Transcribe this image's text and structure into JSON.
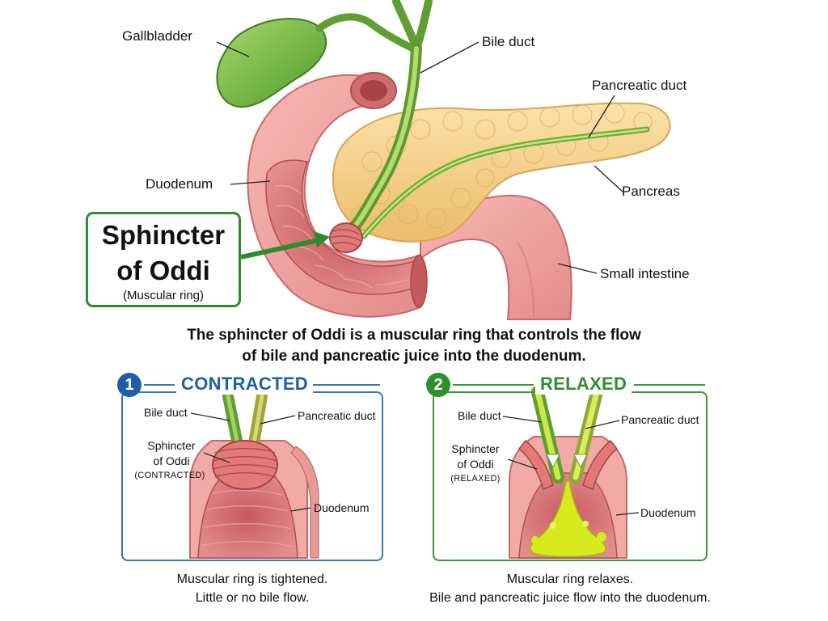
{
  "labels": {
    "gallbladder": "Gallbladder",
    "bile_duct": "Bile duct",
    "pancreatic_duct": "Pancreatic duct",
    "duodenum": "Duodenum",
    "pancreas": "Pancreas",
    "small_intestine": "Small intestine"
  },
  "callout": {
    "title_line1": "Sphincter",
    "title_line2": "of Oddi",
    "subtitle": "(Muscular ring)"
  },
  "caption": {
    "line1": "The sphincter of Oddi is a muscular ring that controls the flow",
    "line2": "of bile and pancreatic juice into the duodenum."
  },
  "panels": [
    {
      "number": "1",
      "title": "CONTRACTED",
      "bile_duct": "Bile duct",
      "pancreatic_duct": "Pancreatic duct",
      "sphincter_line1": "Sphincter",
      "sphincter_line2": "of Oddi",
      "state": "(CONTRACTED)",
      "duodenum": "Duodenum",
      "caption_line1": "Muscular ring is tightened.",
      "caption_line2": "Little or no bile flow.",
      "accent_color": "#1f5fa8"
    },
    {
      "number": "2",
      "title": "RELAXED",
      "bile_duct": "Bile duct",
      "pancreatic_duct": "Pancreatic duct",
      "sphincter_line1": "Sphincter",
      "sphincter_line2": "of Oddi",
      "state": "(RELAXED)",
      "duodenum": "Duodenum",
      "caption_line1": "Muscular ring relaxes.",
      "caption_line2": "Bile and pancreatic juice flow into the duodenum.",
      "accent_color": "#2f8f2f"
    }
  ],
  "colors": {
    "intestine": "#ee9a9a",
    "intestine_dark": "#c95f60",
    "gallbladder": "#7cbf4a",
    "pancreas": "#f5cf8a",
    "bile": "#c8e020"
  }
}
